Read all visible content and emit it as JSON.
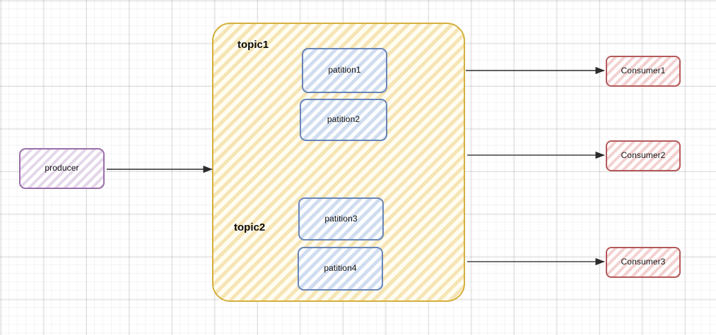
{
  "diagram": {
    "title": "Kafka producer / topics / consumers diagram",
    "colors": {
      "producer_border": "#9a6fa9",
      "producer_fill": "#a87bb8",
      "topic_border": "#d4b03c",
      "topic_fill": "#e9c360",
      "partition_border": "#6985b8",
      "partition_fill": "#96b4de",
      "consumer_border": "#b4595a",
      "consumer_fill": "#e28c8c",
      "arrow": "#2b2b2b",
      "grid_minor": "#f0f0f0",
      "grid_major": "#d9d9d9"
    }
  },
  "producer": {
    "label": "producer"
  },
  "topics": [
    {
      "id": "topic1",
      "label": "topic1"
    },
    {
      "id": "topic2",
      "label": "topic2"
    }
  ],
  "partitions": [
    {
      "id": "partition1",
      "label": "patition1",
      "topic": "topic1"
    },
    {
      "id": "partition2",
      "label": "patition2",
      "topic": "topic1"
    },
    {
      "id": "partition3",
      "label": "patition3",
      "topic": "topic2"
    },
    {
      "id": "partition4",
      "label": "patition4",
      "topic": "topic2"
    }
  ],
  "consumers": [
    {
      "id": "consumer1",
      "label": "Consumer1"
    },
    {
      "id": "consumer2",
      "label": "Consumer2"
    },
    {
      "id": "consumer3",
      "label": "Consumer3"
    }
  ],
  "arrows": [
    {
      "id": "producer-to-topics",
      "from": "producer",
      "to": "topic-container"
    },
    {
      "id": "topics-to-consumer1",
      "from": "topic-container",
      "to": "consumer1"
    },
    {
      "id": "topics-to-consumer2",
      "from": "topic-container",
      "to": "consumer2"
    },
    {
      "id": "topics-to-consumer3",
      "from": "topic-container",
      "to": "consumer3"
    }
  ]
}
